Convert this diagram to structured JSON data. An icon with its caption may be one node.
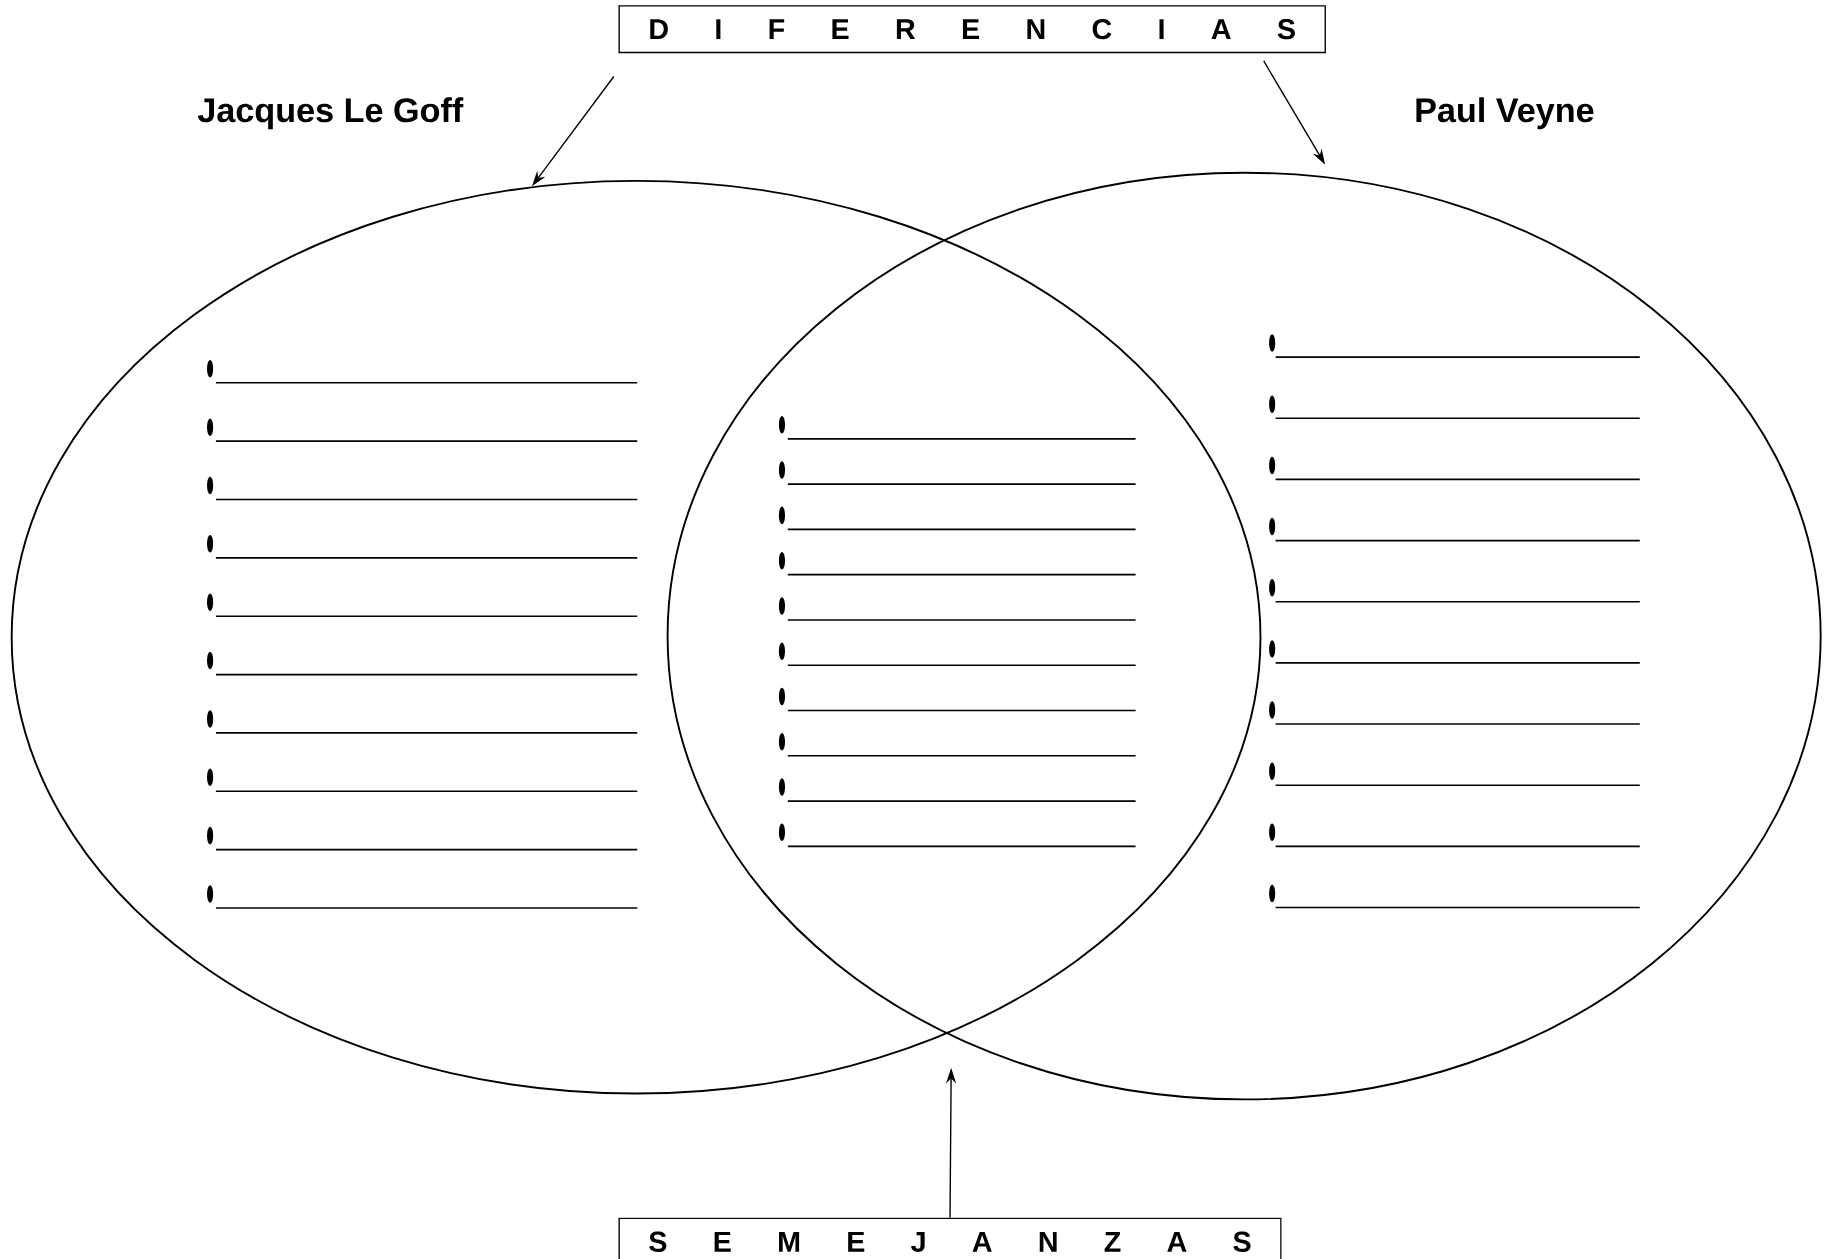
{
  "diagram": {
    "nodes": [
      {
        "text": [
          "D I F E R E N C I A S"
        ]
      },
      {
        "text": [
          "Jacques Le Goff"
        ]
      },
      {
        "text": [
          "Paul Veyne"
        ]
      },
      {
        "text": [
          "S E M E J A N Z A S"
        ]
      }
    ],
    "edges": [
      {
        "from": 0,
        "to": 1,
        "arrow": "to"
      },
      {
        "from": 0,
        "to": 2,
        "arrow": "to"
      },
      {
        "from": 3,
        "to": null,
        "arrow": "to"
      }
    ]
  }
}
